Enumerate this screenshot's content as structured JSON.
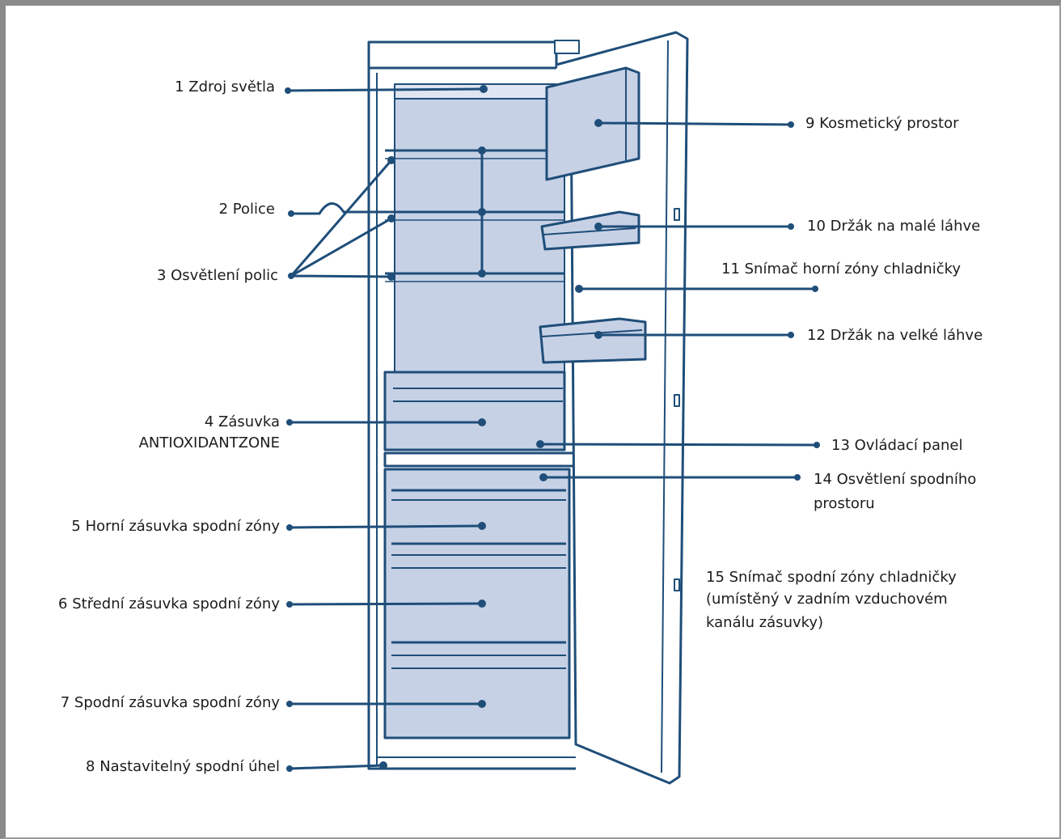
{
  "colors": {
    "outline": "#1f4e79",
    "fill": "#c7d1e6",
    "text": "#1c1c1c",
    "frame": "#8a8a8a"
  },
  "labels": {
    "l1": "1 Zdroj světla",
    "l2": "2 Police",
    "l3": "3 Osvětlení polic",
    "l4a": "4 Zásuvka",
    "l4b": "ANTIOXIDANTZONE",
    "l5": "5 Horní zásuvka spodní zóny",
    "l6": "6 Střední zásuvka spodní zóny",
    "l7": "7 Spodní  zásuvka spodní zóny",
    "l8": "8 Nastavitelný spodní úhel",
    "l9": "9 Kosmetický prostor",
    "l10": "10 Držák na malé láhve",
    "l11": "11 Snímač horní zóny chladničky",
    "l12": "12 Držák na velké láhve",
    "l13": "13 Ovládací panel",
    "l14a": "14 Osvětlení spodního",
    "l14b": "prostoru",
    "l15a": "15 Snímač spodní zóny chladničky",
    "l15b": "(umístěný v zadním vzduchovém",
    "l15c": "kanálu zásuvky)"
  }
}
